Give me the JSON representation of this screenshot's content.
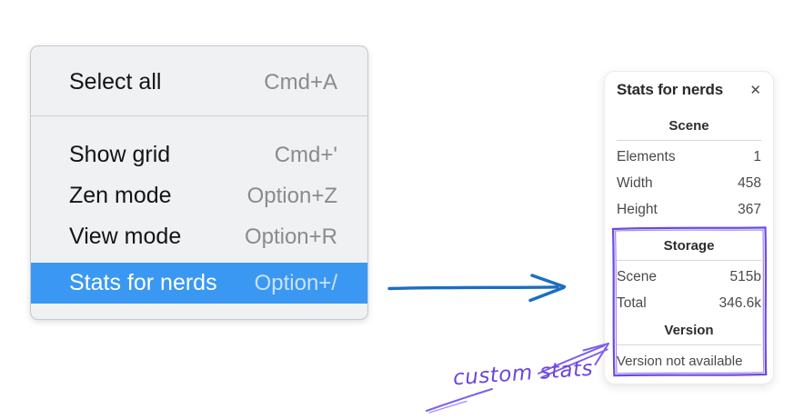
{
  "context_menu": {
    "sections": [
      {
        "items": [
          {
            "label": "Select all",
            "shortcut": "Cmd+A"
          }
        ]
      },
      {
        "items": [
          {
            "label": "Show grid",
            "shortcut": "Cmd+'"
          },
          {
            "label": "Zen mode",
            "shortcut": "Option+Z"
          },
          {
            "label": "View mode",
            "shortcut": "Option+R"
          },
          {
            "label": "Stats for nerds",
            "shortcut": "Option+/",
            "selected": true
          }
        ]
      }
    ],
    "colors": {
      "background": "#f0f1f3",
      "border": "#c3cad2",
      "highlight": "#3b98f2",
      "highlight_label": "#ffffff",
      "highlight_shortcut": "#c9e2fa",
      "shortcut": "#8b8b8b"
    }
  },
  "stats_panel": {
    "title": "Stats for nerds",
    "close_icon": "✕",
    "sections": [
      {
        "heading": "Scene",
        "rows": [
          {
            "label": "Elements",
            "value": "1"
          },
          {
            "label": "Width",
            "value": "458"
          },
          {
            "label": "Height",
            "value": "367"
          }
        ]
      },
      {
        "heading": "Storage",
        "rows": [
          {
            "label": "Scene",
            "value": "515b"
          },
          {
            "label": "Total",
            "value": "346.6k"
          }
        ]
      },
      {
        "heading": "Version",
        "note": "Version not available"
      }
    ]
  },
  "annotations": {
    "custom_stats_label": "custom stats",
    "colors": {
      "flow_arrow_blue": "#1b6ec2",
      "highlight_box_violet": "#6d4ae0",
      "annotation_violet": "#7d60ea"
    }
  }
}
